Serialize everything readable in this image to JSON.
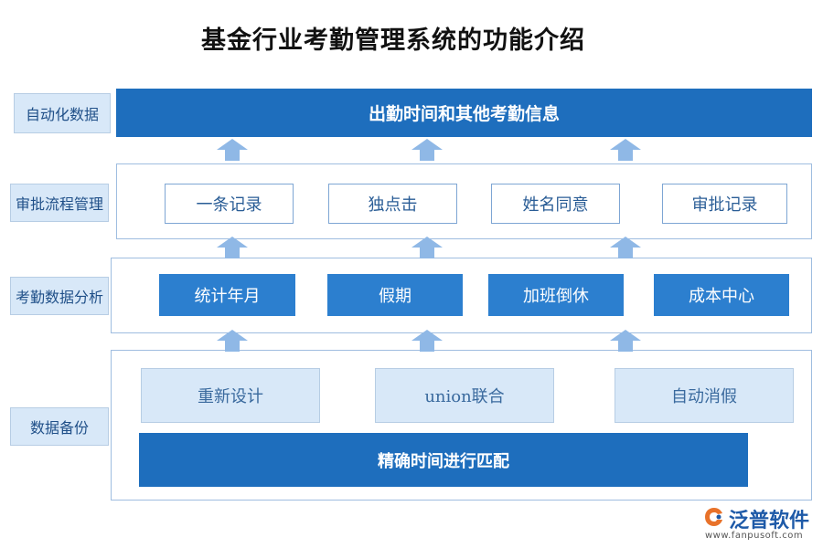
{
  "title": "基金行业考勤管理系统的功能介绍",
  "layers": [
    {
      "label": "自动化数据",
      "items": [
        "出勤时间和其他考勤信息"
      ]
    },
    {
      "label": "审批流程管理",
      "items": [
        "一条记录",
        "独点击",
        "姓名同意",
        "审批记录"
      ]
    },
    {
      "label": "考勤数据分析",
      "items": [
        "统计年月",
        "假期",
        "加班倒休",
        "成本中心"
      ]
    },
    {
      "label": "数据备份",
      "items": [
        "重新设计",
        "union联合",
        "自动消假"
      ],
      "bottom": "精确时间进行匹配"
    }
  ],
  "logo": {
    "name": "泛普软件",
    "url": "www.fanpusoft.com"
  },
  "colors": {
    "dark_blue": "#1e6ebd",
    "mid_blue": "#2c7fcf",
    "light_blue": "#d8e8f8",
    "border": "#9fbde0"
  }
}
